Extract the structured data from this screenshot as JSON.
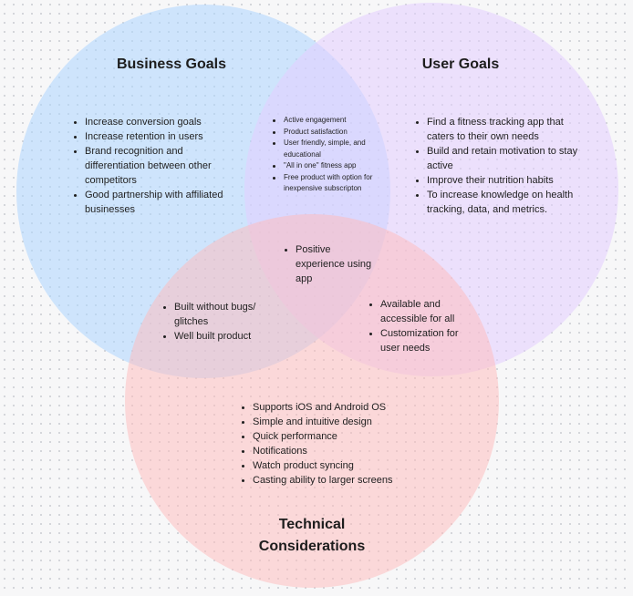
{
  "diagram": {
    "sets": {
      "business": {
        "title": "Business Goals",
        "items": [
          "Increase conversion goals",
          "Increase retention in users",
          "Brand recognition and differentiation between other competitors",
          "Good partnership with affiliated businesses"
        ]
      },
      "user": {
        "title": "User Goals",
        "items": [
          "Find a fitness tracking app that caters to their own needs",
          "Build and retain motivation to stay active",
          "Improve their nutrition habits",
          "To increase knowledge on health tracking, data, and metrics."
        ]
      },
      "technical": {
        "title": "Technical Considerations",
        "items": [
          "Supports iOS and Android OS",
          "Simple and intuitive design",
          "Quick performance",
          "Notifications",
          "Watch product syncing",
          "Casting ability to larger screens"
        ]
      }
    },
    "overlaps": {
      "business_user": [
        "Active engagement",
        "Product satisfaction",
        "User friendly, simple, and educational",
        "\"All in one\" fitness app",
        "Free product with option for inexpensive subscripton"
      ],
      "business_technical": [
        "Built without bugs/ glitches",
        "Well built product"
      ],
      "user_technical": [
        "Available and accessible for all",
        "Customization for user needs"
      ],
      "all": [
        "Positive experience using app"
      ]
    },
    "colors": {
      "business": "#add5ff",
      "user": "#e4ceff",
      "technical": "#ffb9b9",
      "background": "#f7f7f8"
    }
  }
}
